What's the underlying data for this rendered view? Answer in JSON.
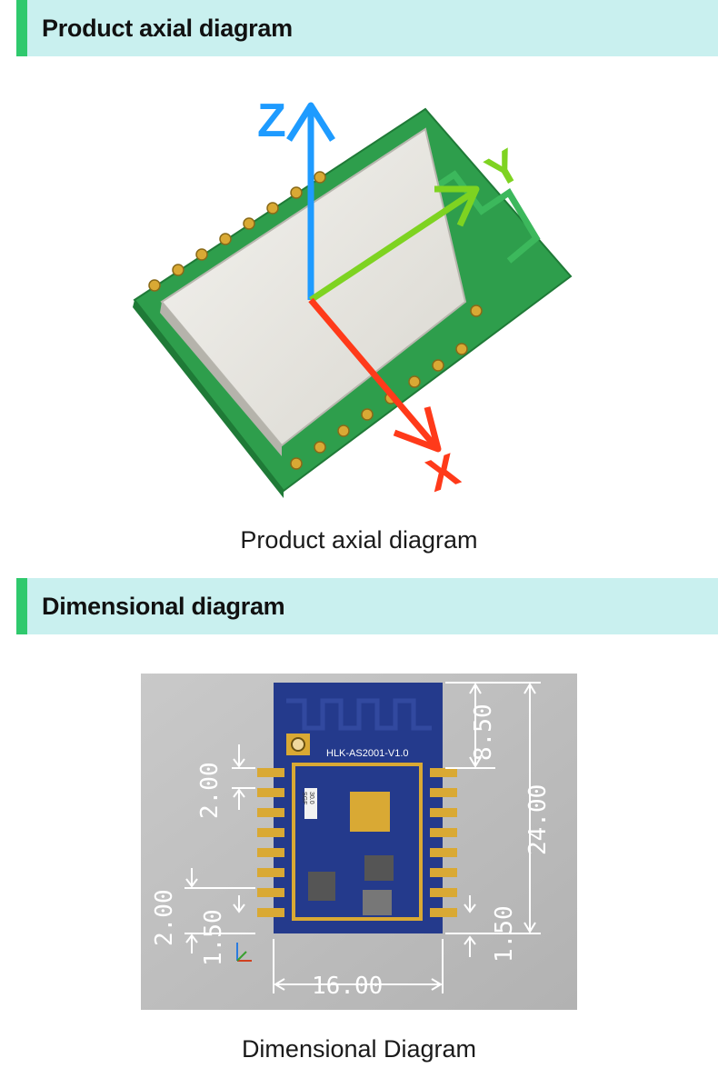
{
  "section1": {
    "title": "Product axial diagram",
    "caption": "Product axial diagram"
  },
  "axes": {
    "z": "Z",
    "y": "Y",
    "x": "X"
  },
  "section2": {
    "title": "Dimensional diagram",
    "caption": "Dimensional Diagram"
  },
  "dimensions": {
    "antenna_height": "8.50",
    "total_height": "24.00",
    "width": "16.00",
    "pin_pitch": "2.00",
    "pin_pitch_side": "2.00",
    "bottom_margin_left": "1.50",
    "bottom_margin_right": "1.50"
  },
  "board": {
    "label": "HLK-AS2001-V1.0",
    "crystal_line1": "30.0",
    "crystal_line2": "SGF"
  },
  "colors": {
    "header_bg": "#c9f0ef",
    "header_accent": "#2fc96d",
    "pcb_green": "#2e9e4c",
    "axis_z": "#1e9bff",
    "axis_y": "#7ed321",
    "axis_x": "#ff3a1a",
    "pcb_blue": "#243a8c",
    "gold_pad": "#d9a934"
  }
}
